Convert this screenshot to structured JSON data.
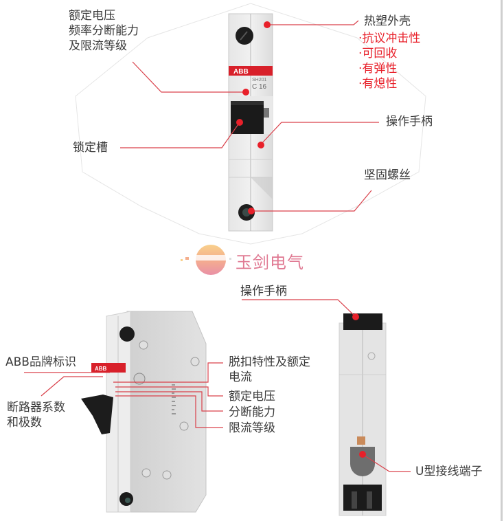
{
  "product": {
    "brand_on_device": "ABB",
    "model": "SH201",
    "rating": "C 16"
  },
  "top_diagram": {
    "left_labels": {
      "rating_lines": [
        "额定电压",
        "频率分断能力",
        "及限流等级"
      ],
      "lock_slot": "锁定槽"
    },
    "right_labels": {
      "housing": "热塑外壳",
      "housing_features": [
        "·抗议冲击性",
        "·可回收",
        "·有弹性",
        "·有熄性"
      ],
      "handle": "操作手柄",
      "screw": "坚固螺丝"
    }
  },
  "watermark": {
    "text": "玉剑电气"
  },
  "bottom_left_diagram": {
    "brand_label": "ABB品牌标识",
    "breaker_label_lines": [
      "断路器系数",
      "和极数"
    ],
    "right_labels": {
      "trip_lines": [
        "脱扣特性及额定",
        "电流"
      ],
      "voltage": "额定电压",
      "breaking": "分断能力",
      "limiting": "限流等级"
    }
  },
  "bottom_right_diagram": {
    "handle": "操作手柄",
    "terminal": "U型接线端子"
  },
  "colors": {
    "accent_red": "#e8202a",
    "leader_line": "#d9404a",
    "label_text": "#3a3a3a",
    "watermark": "#e07a93"
  }
}
